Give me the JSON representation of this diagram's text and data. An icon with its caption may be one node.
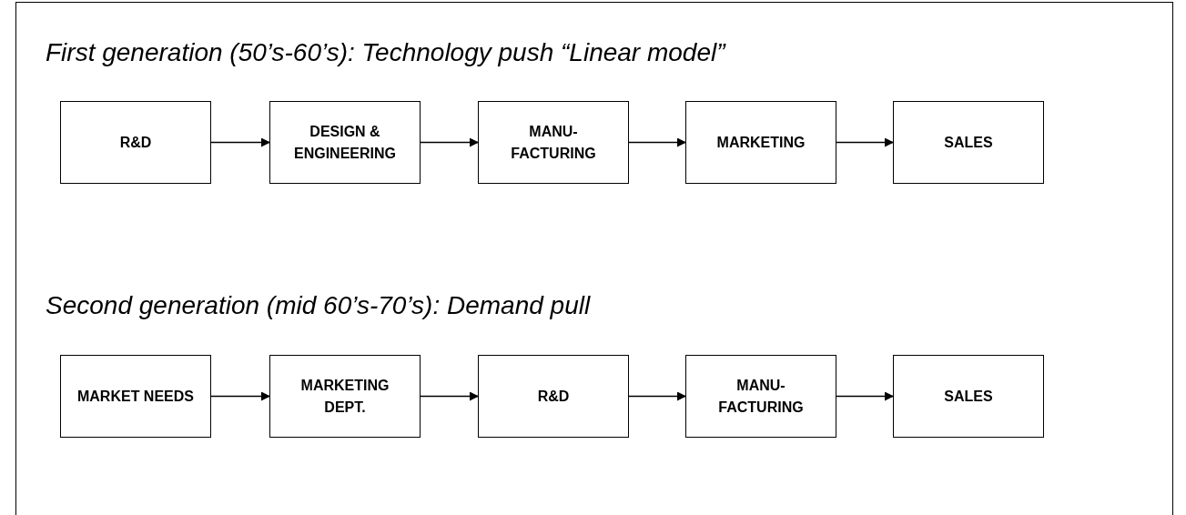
{
  "diagram": {
    "nodes": [
      {
        "text": [
          "R&D"
        ]
      },
      {
        "text": [
          "DESIGN & ENGINEERING"
        ]
      },
      {
        "text": [
          "MANU- FACTURING"
        ]
      },
      {
        "text": [
          "MARKETING"
        ]
      },
      {
        "text": [
          "SALES"
        ]
      },
      {
        "text": [
          "MARKET NEEDS"
        ]
      },
      {
        "text": [
          "MARKETING DEPT."
        ]
      },
      {
        "text": [
          "R&D"
        ]
      },
      {
        "text": [
          "MANU- FACTURING"
        ]
      },
      {
        "text": [
          "SALES"
        ]
      }
    ],
    "edges": [
      {
        "from": 0,
        "to": 1,
        "arrow": "to"
      },
      {
        "from": 1,
        "to": 2,
        "arrow": "to"
      },
      {
        "from": 2,
        "to": 3,
        "arrow": "to"
      },
      {
        "from": 3,
        "to": 4,
        "arrow": "to"
      },
      {
        "from": 5,
        "to": 6,
        "arrow": "to"
      },
      {
        "from": 6,
        "to": 7,
        "arrow": "to"
      },
      {
        "from": 7,
        "to": 8,
        "arrow": "to"
      },
      {
        "from": 8,
        "to": 9,
        "arrow": "to"
      }
    ],
    "labels": [
      "First generation (50’s-60’s): Technology push “Linear model”",
      "Second generation (mid 60’s-70’s): Demand pull"
    ]
  }
}
